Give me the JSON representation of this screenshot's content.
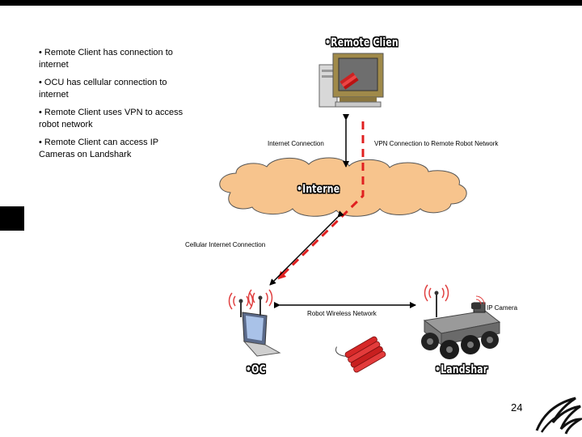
{
  "bullets": [
    "• Remote Client has connection to internet",
    "• OCU has cellular connection to internet",
    "• Remote Client uses VPN to access robot network",
    "• Remote Client can access IP Cameras on Landshark"
  ],
  "nodes": {
    "remote_client": "•Remote Clien",
    "internet": "•Interne",
    "ocu": "•OC",
    "landshark": "•Landshar"
  },
  "connections": {
    "internet_connection": "Internet Connection",
    "vpn_connection": "VPN Connection to Remote Robot Network",
    "cellular_connection": "Cellular Internet Connection",
    "robot_wireless": "Robot Wireless Network",
    "ip_camera": "IP Camera"
  },
  "page_number": "24",
  "colors": {
    "cloud_fill": "#f7c48d",
    "vpn_line": "#e02020",
    "monitor": "#a08a4a"
  }
}
